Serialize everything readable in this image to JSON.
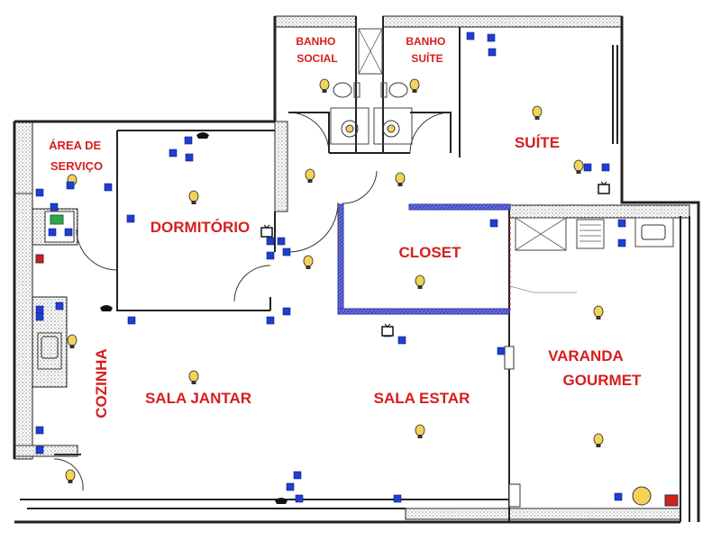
{
  "rooms": {
    "area_servico": [
      "ÁREA DE",
      "SERVIÇO"
    ],
    "dormitorio": "DORMITÓRIO",
    "banho_social": [
      "BANHO",
      "SOCIAL"
    ],
    "banho_suite": [
      "BANHO",
      "SUÍTE"
    ],
    "suite": "SUÍTE",
    "closet": "CLOSET",
    "cozinha": "COZINHA",
    "sala_jantar": "SALA JANTAR",
    "sala_estar": "SALA ESTAR",
    "varanda_gourmet": [
      "VARANDA",
      "GOURMET"
    ]
  },
  "symbols": {
    "light": "light-bulb-icon",
    "outlet": "power-outlet-icon",
    "switch": "light-switch-icon",
    "phone": "telephone-icon",
    "tv": "tv-point-icon"
  },
  "colors": {
    "label": "#d61e1e",
    "outlet": "#1f3fd0",
    "bulb": "#f2d35a",
    "closet_wall": "#3f46c8",
    "hatch": "#888888",
    "appliance_green": "#2ea44f",
    "alarm_red": "#d21f1f"
  }
}
